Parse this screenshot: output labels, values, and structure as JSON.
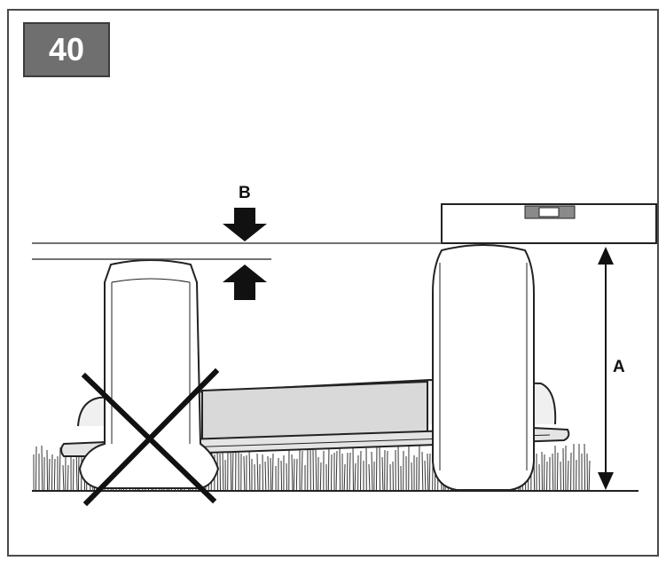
{
  "step": {
    "number": "40"
  },
  "labels": {
    "gap": "B",
    "height": "A"
  },
  "icons": {
    "gap_arrows": "arrow-pair-icon",
    "height_arrow": "double-arrow-icon",
    "level": "spirit-level-icon",
    "wrong": "cross-mark-icon"
  },
  "colors": {
    "badge": "#6f6f6f",
    "line": "#1a1a1a",
    "fill": "#d9d9d9"
  }
}
